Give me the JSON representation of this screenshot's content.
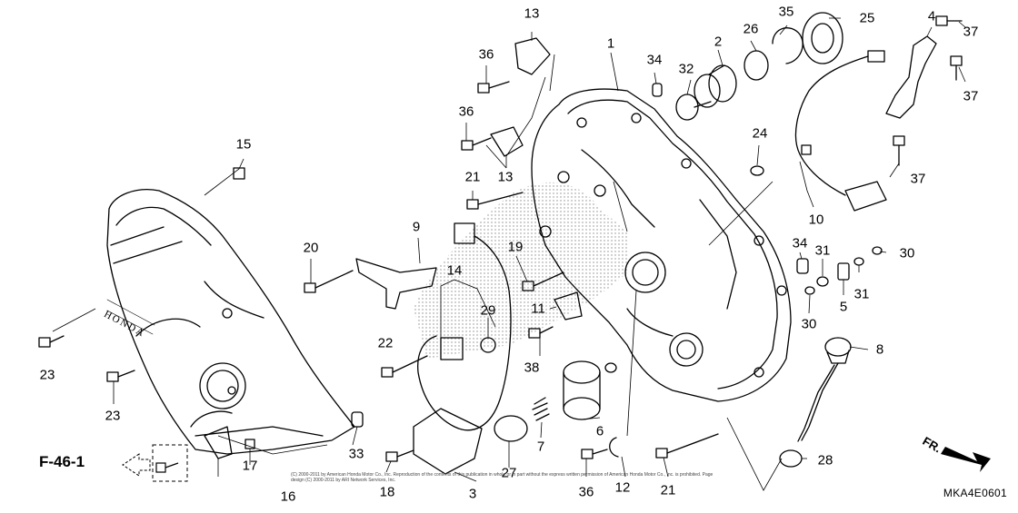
{
  "callouts": [
    {
      "id": "c1",
      "label": "1"
    },
    {
      "id": "c2",
      "label": "2"
    },
    {
      "id": "c3",
      "label": "3"
    },
    {
      "id": "c4",
      "label": "4"
    },
    {
      "id": "c5",
      "label": "5"
    },
    {
      "id": "c6",
      "label": "6"
    },
    {
      "id": "c7",
      "label": "7"
    },
    {
      "id": "c8",
      "label": "8"
    },
    {
      "id": "c9",
      "label": "9"
    },
    {
      "id": "c10",
      "label": "10"
    },
    {
      "id": "c11",
      "label": "11"
    },
    {
      "id": "c12",
      "label": "12"
    },
    {
      "id": "c13a",
      "label": "13"
    },
    {
      "id": "c13b",
      "label": "13"
    },
    {
      "id": "c14",
      "label": "14"
    },
    {
      "id": "c15",
      "label": "15"
    },
    {
      "id": "c16",
      "label": "16"
    },
    {
      "id": "c17",
      "label": "17"
    },
    {
      "id": "c18",
      "label": "18"
    },
    {
      "id": "c19",
      "label": "19"
    },
    {
      "id": "c20",
      "label": "20"
    },
    {
      "id": "c21a",
      "label": "21"
    },
    {
      "id": "c21b",
      "label": "21"
    },
    {
      "id": "c22",
      "label": "22"
    },
    {
      "id": "c23a",
      "label": "23"
    },
    {
      "id": "c23b",
      "label": "23"
    },
    {
      "id": "c24",
      "label": "24"
    },
    {
      "id": "c25",
      "label": "25"
    },
    {
      "id": "c26",
      "label": "26"
    },
    {
      "id": "c27",
      "label": "27"
    },
    {
      "id": "c28",
      "label": "28"
    },
    {
      "id": "c29",
      "label": "29"
    },
    {
      "id": "c30a",
      "label": "30"
    },
    {
      "id": "c30b",
      "label": "30"
    },
    {
      "id": "c31a",
      "label": "31"
    },
    {
      "id": "c31b",
      "label": "31"
    },
    {
      "id": "c32",
      "label": "32"
    },
    {
      "id": "c33",
      "label": "33"
    },
    {
      "id": "c34a",
      "label": "34"
    },
    {
      "id": "c34b",
      "label": "34"
    },
    {
      "id": "c35",
      "label": "35"
    },
    {
      "id": "c36a",
      "label": "36"
    },
    {
      "id": "c36b",
      "label": "36"
    },
    {
      "id": "c36c",
      "label": "36"
    },
    {
      "id": "c37a",
      "label": "37"
    },
    {
      "id": "c37b",
      "label": "37"
    },
    {
      "id": "c37c",
      "label": "37"
    },
    {
      "id": "c38",
      "label": "38"
    }
  ],
  "reference": "F-46-1",
  "diagram_code": "MKA4E0601",
  "direction_label": "FR.",
  "cover_logo": "HONDA",
  "copyright": "(C) 2000-2011 by American Honda Motor Co., Inc. Reproduction of the contents of this publication in whole or in part without the express written permission of American Honda Motor Co., Inc. is prohibited. Page design (C) 2000-2011 by ARI Network Services, Inc.",
  "colors": {
    "line": "#000000",
    "screen": "#8a8a8a",
    "background": "#ffffff"
  }
}
